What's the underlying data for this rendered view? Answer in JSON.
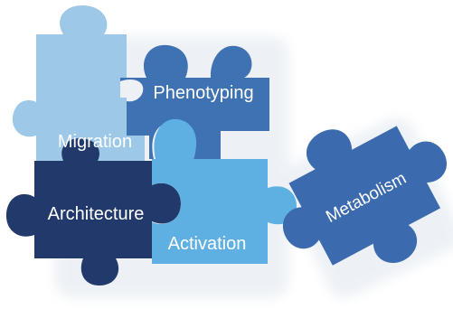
{
  "pieces": {
    "migration": {
      "label": "Migration",
      "color": "#9ec8e8"
    },
    "phenotyping": {
      "label": "Phenotyping",
      "color": "#3f72b2"
    },
    "architecture": {
      "label": "Architecture",
      "color": "#223a6b"
    },
    "activation": {
      "label": "Activation",
      "color": "#5fb0e2"
    },
    "metabolism": {
      "label": "Metabolism",
      "color": "#3b6bae"
    }
  },
  "colors": {
    "shadow": "#e9eef4",
    "background": "#ffffff"
  }
}
